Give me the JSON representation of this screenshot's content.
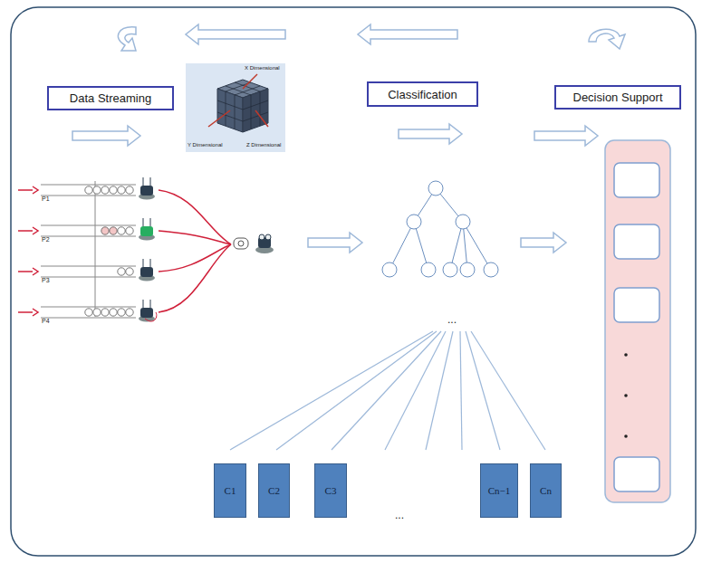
{
  "diagram": {
    "nodes": [
      {
        "text": [
          "Data Streaming"
        ]
      },
      {
        "text": [
          "Classification"
        ]
      },
      {
        "text": [
          "Decision Support"
        ]
      },
      {
        "text": [
          "C1"
        ]
      },
      {
        "text": [
          "C2"
        ]
      },
      {
        "text": [
          "C3"
        ]
      },
      {
        "text": [
          "Cn−1"
        ]
      },
      {
        "text": [
          "Cn"
        ]
      }
    ],
    "labels": [
      "X Dimensional",
      "Y Dimensional",
      "Z Dimensional",
      "P1",
      "P2",
      "P3",
      "P4",
      "...",
      "..."
    ]
  }
}
